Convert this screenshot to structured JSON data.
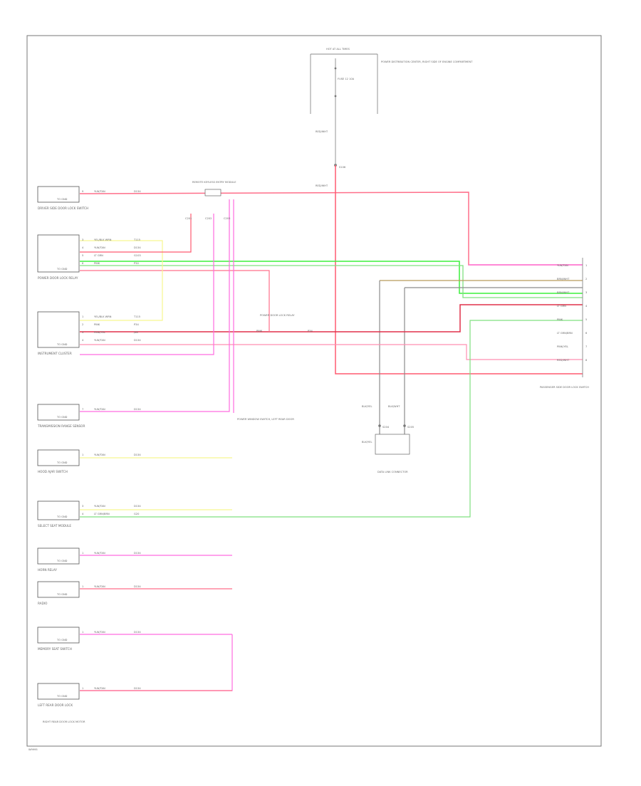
{
  "diagram": {
    "footer_code": "W9995",
    "colors": {
      "red_white": "#ff6f8a",
      "pink": "#ff6ce0",
      "green": "#3cf03c",
      "light_green": "#7fe07f",
      "yellow": "#f6f690",
      "brown": "#8a6a3a",
      "gray": "#8c8c8c",
      "dark_red": "#e0304a"
    },
    "top_power": {
      "fuse_box_label": "HOT AT ALL TIMES",
      "fuse_label": "FUSE 12 10A",
      "note": "POWER DISTRIBUTION CENTER, RIGHT SIDE OF ENGINE COMPARTMENT",
      "wire_1": "RED/WHT",
      "splice": "S106",
      "wire_2": "RED/WHT"
    },
    "center_connector": {
      "label": "REMOTE KEYLESS ENTRY MODULE",
      "pin_labels": [
        "C201",
        "C202",
        "C203"
      ]
    },
    "left_components": [
      {
        "name": "DRIVER SIDE DOOR LOCK SWITCH",
        "ground": "TO GND",
        "pins": [
          {
            "no": "9",
            "wire": "YLW/TAN",
            "circuit": "D134"
          }
        ]
      },
      {
        "name": "POWER DOOR LOCK RELAY",
        "ground": "TO GND",
        "pins": [
          {
            "no": "3",
            "wire": "YEL/BLK WRN",
            "circuit": "T115"
          },
          {
            "no": "4",
            "wire": "YLW/TAN",
            "circuit": "D134"
          },
          {
            "no": "5",
            "wire": "LT GRN",
            "circuit": "G103"
          },
          {
            "no": "6",
            "wire": "PINK",
            "circuit": "P34"
          }
        ]
      },
      {
        "name": "INSTRUMENT CLUSTER",
        "ground": "TO GND",
        "pins": [
          {
            "no": "1",
            "wire": "YEL/BLK WRN",
            "circuit": "T115"
          },
          {
            "no": "2",
            "wire": "PINK",
            "circuit": "P34"
          },
          {
            "no": "3",
            "wire": "PINK/YEL",
            "circuit": "J38"
          },
          {
            "no": "4",
            "wire": "YLW/TAN",
            "circuit": "D134"
          }
        ]
      },
      {
        "name": "TRANSMISSION RANGE SENSOR",
        "ground": "TO GND",
        "pins": [
          {
            "no": "7",
            "wire": "YLW/TAN",
            "circuit": "D134"
          }
        ]
      },
      {
        "name": "HOOD AJAR SWITCH",
        "ground": "TO GND",
        "pins": [
          {
            "no": "1",
            "wire": "YLW/TAN",
            "circuit": "D134"
          }
        ]
      },
      {
        "name": "SELECT SEAT MODULE",
        "ground": "TO GND",
        "pins": [
          {
            "no": "3",
            "wire": "YLW/TAN",
            "circuit": "D134"
          },
          {
            "no": "4",
            "wire": "LT GRN/BRN",
            "circuit": "G20"
          }
        ]
      },
      {
        "name": "HORN RELAY",
        "ground": "TO GND",
        "pins": [
          {
            "no": "1",
            "wire": "YLW/TAN",
            "circuit": "D134"
          }
        ]
      },
      {
        "name": "RADIO",
        "ground": "TO GND",
        "pins": [
          {
            "no": "1",
            "wire": "YLW/TAN",
            "circuit": "D134"
          }
        ]
      },
      {
        "name": "MEMORY SEAT SWITCH",
        "ground": "TO GND",
        "pins": [
          {
            "no": "1",
            "wire": "YLW/TAN",
            "circuit": "D134"
          }
        ]
      },
      {
        "name": "LEFT REAR DOOR LOCK",
        "ground": "TO GND",
        "pins": [
          {
            "no": "1",
            "wire": "YLW/TAN",
            "circuit": "D134"
          }
        ]
      }
    ],
    "bottom_note": "RIGHT REAR DOOR LOCK MOTOR",
    "mid_notes": {
      "splice_note": "POWER DOOR LOCK RELAY",
      "splice_wire": "PINK",
      "splice_circuit": "P34",
      "lower_note": "POWER WINDOW SWITCH, LEFT REAR DOOR"
    },
    "right_connector": {
      "note": "PASSENGER SIDE DOOR LOCK SWITCH",
      "pins": [
        {
          "no": "1",
          "wire": "YLW/TAN"
        },
        {
          "no": "2",
          "wire": "BRN/WHT"
        },
        {
          "no": "3",
          "wire": "BRN/WHT"
        },
        {
          "no": "4",
          "wire": "LT GRN"
        },
        {
          "no": "5",
          "wire": "PINK"
        },
        {
          "no": "6",
          "wire": "LT GRN/BRN"
        },
        {
          "no": "7",
          "wire": "PINK/YEL"
        },
        {
          "no": "8",
          "wire": "RED/WHT"
        }
      ]
    },
    "right_lower": {
      "label": "DATA LINK CONNECTOR",
      "splice_a": "S204",
      "splice_b": "S205",
      "wire_a": "BLK/YEL",
      "wire_b": "BLK/WHT",
      "wire_c": "BLK/YEL",
      "wire_d": "BLK/WHT"
    }
  }
}
